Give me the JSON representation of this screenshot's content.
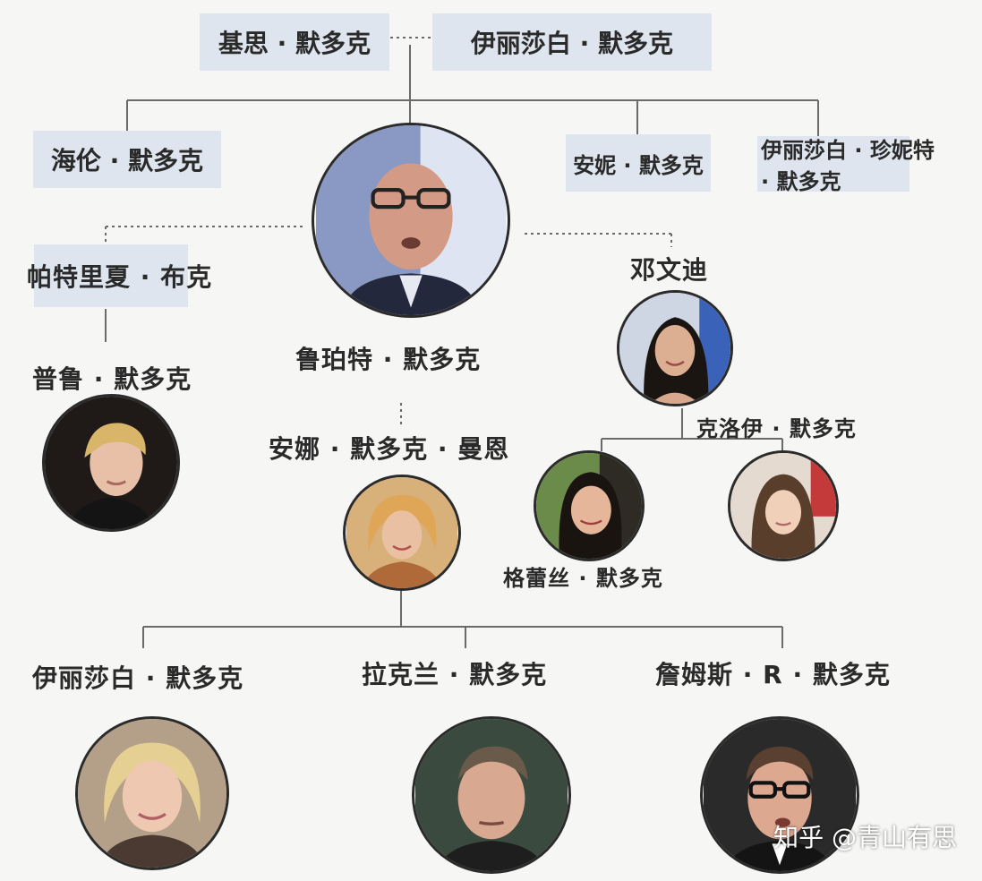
{
  "people": {
    "keith": "基思 · 默多克",
    "elisabeth_mother": "伊丽莎白 · 默多克",
    "helen": "海伦 · 默多克",
    "anne": "安妮 · 默多克",
    "elisabeth_janet_line1": "伊丽莎白 · 珍妮特",
    "elisabeth_janet_line2": "· 默多克",
    "patricia": "帕特里夏 · 布克",
    "prudence": "普鲁 · 默多克",
    "rupert": "鲁珀特 · 默多克",
    "wendi": "邓文迪",
    "anna": "安娜 · 默多克 · 曼恩",
    "chloe": "克洛伊 · 默多克",
    "grace": "格蕾丝 · 默多克",
    "elisabeth_daughter": "伊丽莎白 · 默多克",
    "lachlan": "拉克兰 · 默多克",
    "james": "詹姆斯 · R · 默多克"
  },
  "watermark": "知乎 @青山有思",
  "colors": {
    "box": "#dfe5ee",
    "line": "#666666",
    "background": "#f6f6f4"
  }
}
